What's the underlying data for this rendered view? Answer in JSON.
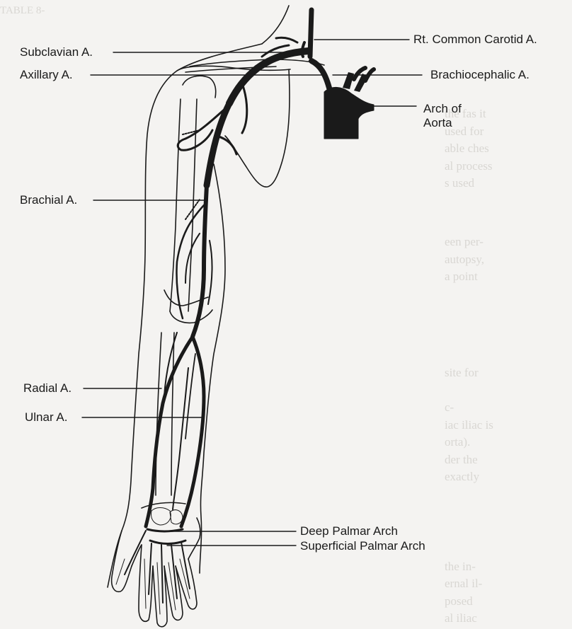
{
  "labels": {
    "subclavian": "Subclavian A.",
    "axillary": "Axillary A.",
    "brachial": "Brachial A.",
    "radial": "Radial A.",
    "ulnar": "Ulnar A.",
    "rt_common_carotid": "Rt. Common Carotid A.",
    "brachiocephalic": "Brachiocephalic A.",
    "arch_of_line1": "Arch of",
    "arch_of_line2": "Aorta",
    "deep_palmar_arch": "Deep Palmar Arch",
    "superficial_palmar_arch": "Superficial Palmar Arch"
  },
  "colors": {
    "ink": "#1a1a1a",
    "paper": "#f4f3f1",
    "bleed_text": "#d9d7d3"
  }
}
